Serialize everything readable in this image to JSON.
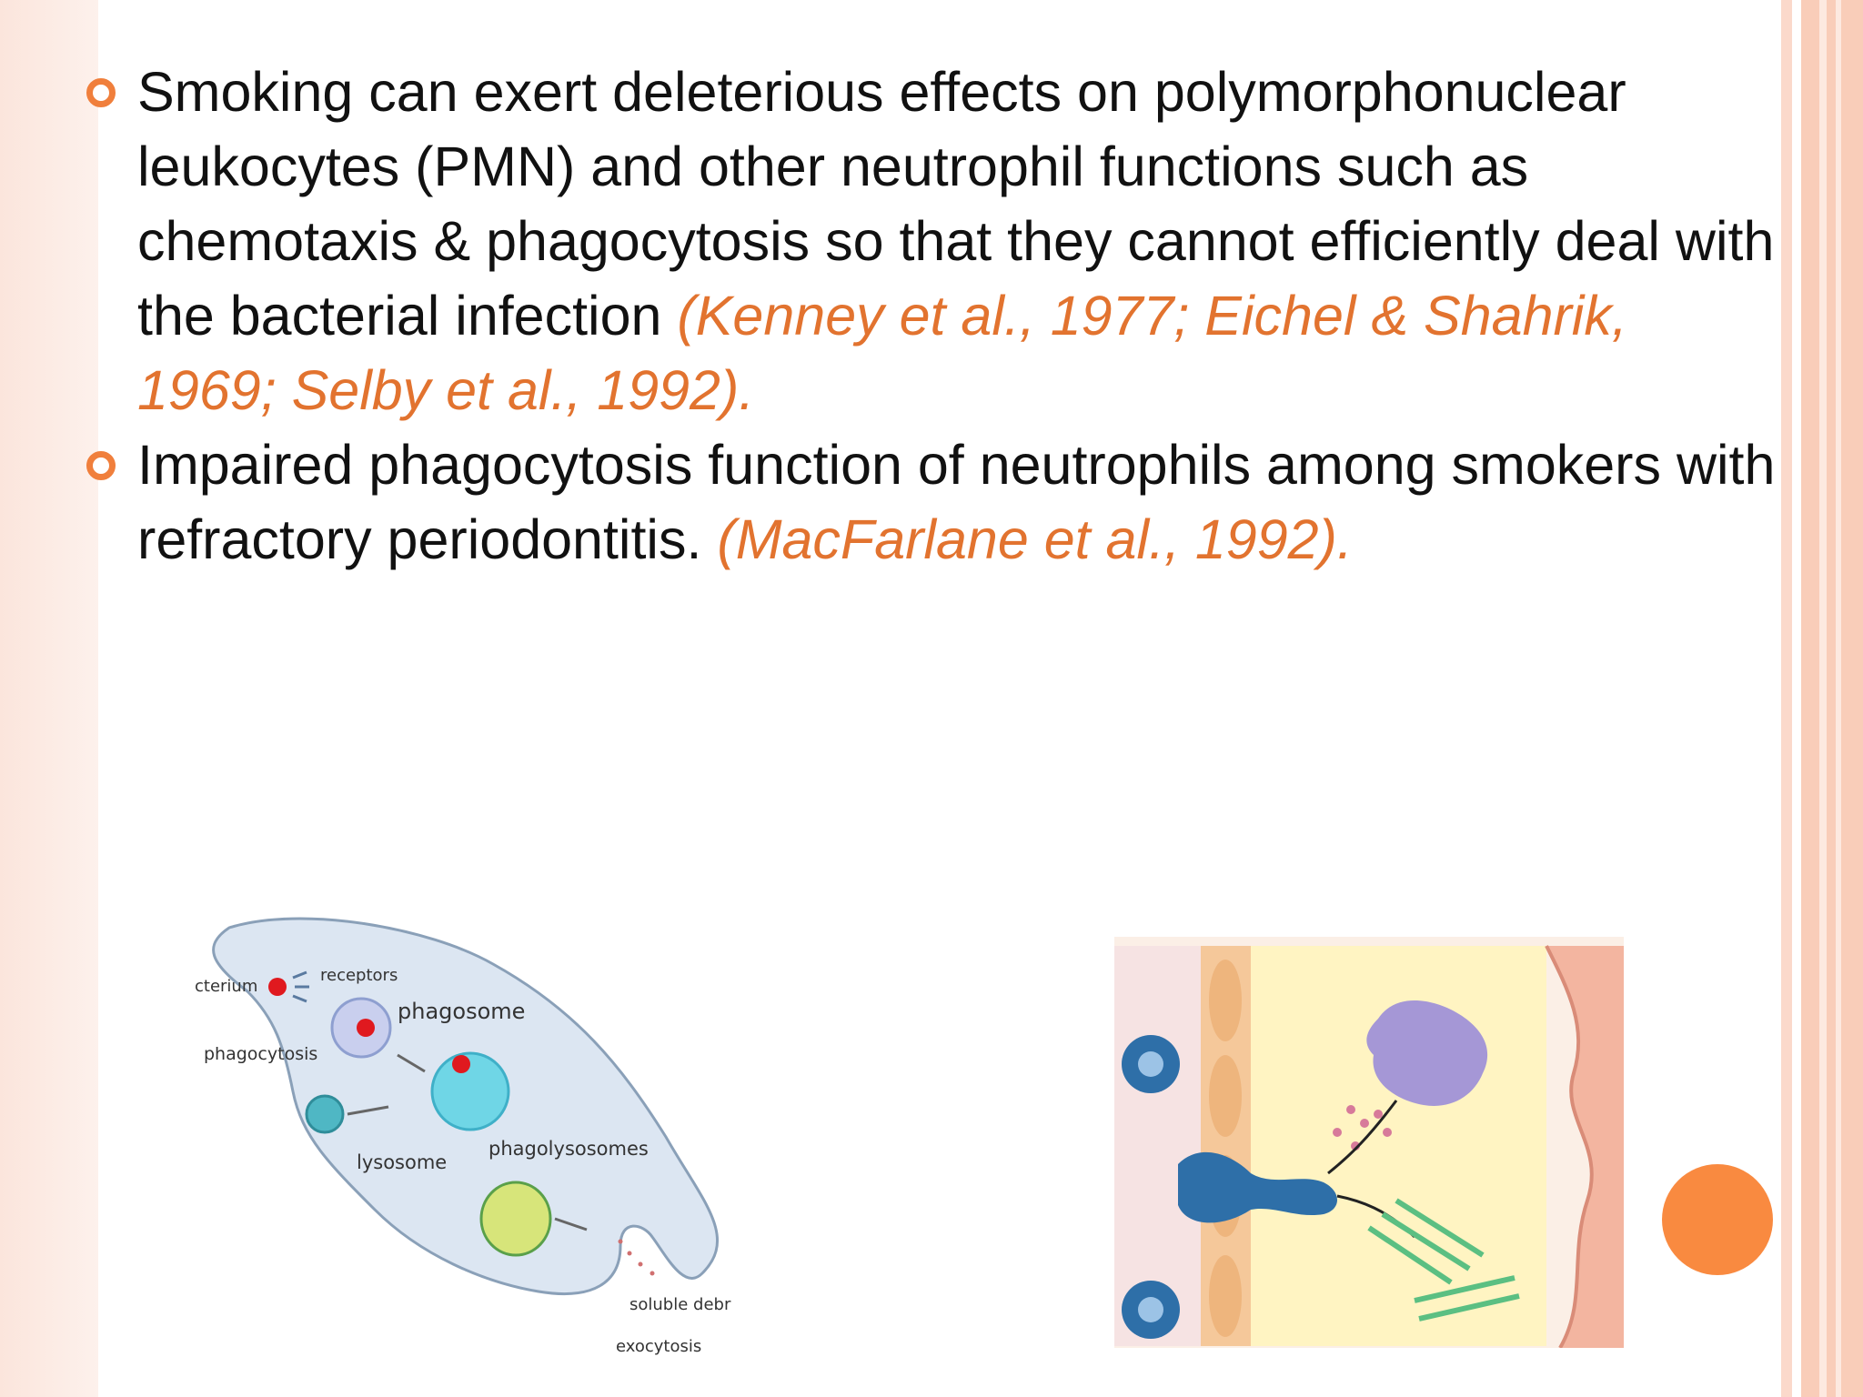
{
  "bullets": [
    {
      "text": "Smoking can exert deleterious effects on polymorphonuclear leukocytes (PMN) and other neutrophil functions such as chemotaxis & phagocytosis so that they cannot efficiently deal with the bacterial infection ",
      "citation": "(Kenney et al., 1977; Eichel & Shahrik, 1969; Selby et al., 1992)."
    },
    {
      "text": " Impaired phagocytosis function of neutrophils among smokers with refractory periodontitis.  ",
      "citation": "(MacFarlane et al., 1992)."
    }
  ],
  "figure_phagocytosis": {
    "labels": {
      "bacterium": "cterium",
      "receptors": "receptors",
      "phagosome": "phagosome",
      "phagocytosis": "phagocytosis",
      "lysosome": "lysosome",
      "phagolysosomes": "phagolysosomes",
      "soluble_debris": "soluble debr",
      "exocytosis": "exocytosis"
    }
  },
  "colors": {
    "accent": "#f07f3c",
    "citation": "#e2732f",
    "frame": "#f9cdb9"
  }
}
